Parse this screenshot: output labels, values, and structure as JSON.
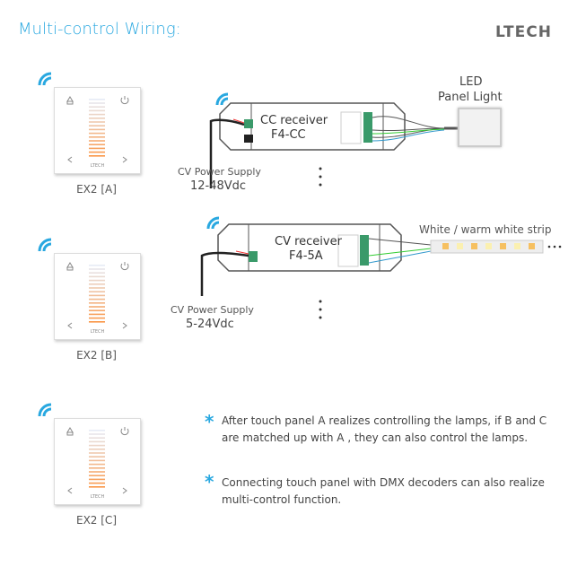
{
  "title": "Multi-control Wiring:",
  "logo": "LTECH",
  "panels": [
    {
      "label": "EX2 [A]",
      "brand": "LTECH"
    },
    {
      "label": "EX2 [B]",
      "brand": "LTECH"
    },
    {
      "label": "EX2 [C]",
      "brand": "LTECH"
    }
  ],
  "receivers": [
    {
      "name": "CC receiver",
      "model": "F4-CC",
      "supply_label": "CV Power Supply",
      "supply_voltage": "12-48Vdc",
      "load": "LED Panel Light"
    },
    {
      "name": "CV receiver",
      "model": "F4-5A",
      "supply_label": "CV Power Supply",
      "supply_voltage": "5-24Vdc",
      "load": "White / warm white strip"
    }
  ],
  "led_label_1": "LED",
  "led_label_2": "Panel Light",
  "notes": [
    {
      "bullet": "*",
      "line1": "After touch panel A realizes controlling the lamps, if B and C",
      "line2": "are matched up with A , they can also control the lamps."
    },
    {
      "bullet": "*",
      "line1": "Connecting touch panel with DMX decoders can also realize",
      "line2": "multi-control function."
    }
  ],
  "colors": {
    "accent": "#29a8e0"
  }
}
